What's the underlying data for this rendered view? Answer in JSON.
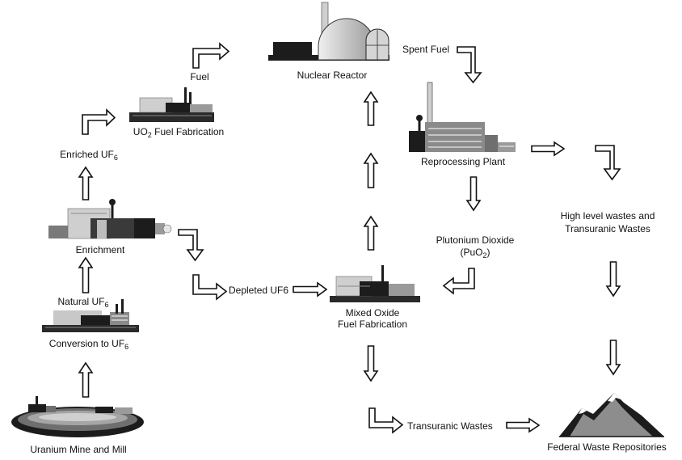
{
  "nodes": {
    "mine": {
      "label": "Uranium Mine and Mill"
    },
    "conversion": {
      "label": "Conversion to UF",
      "sub": "6"
    },
    "natural": {
      "label": "Natural UF",
      "sub": "6"
    },
    "enrichment": {
      "label": "Enrichment"
    },
    "enriched": {
      "label": "Enriched UF",
      "sub": "6"
    },
    "uo2": {
      "label_a": "UO",
      "sub": "2",
      "label_b": " Fuel Fabrication"
    },
    "fuel": {
      "label": "Fuel"
    },
    "reactor": {
      "label": "Nuclear Reactor"
    },
    "spent": {
      "label": "Spent Fuel"
    },
    "reprocess": {
      "label": "Reprocessing Plant"
    },
    "plutonium": {
      "line1": "Plutonium Dioxide",
      "line2_a": "(PuO",
      "sub": "2",
      "line2_b": ")"
    },
    "depleted": {
      "label": "Depleted UF6"
    },
    "mox": {
      "line1": "Mixed Oxide",
      "line2": "Fuel Fabrication"
    },
    "highlevel": {
      "line1": "High level wastes and",
      "line2": "Transuranic Wastes"
    },
    "transuranic": {
      "label": "Transuranic Wastes"
    },
    "repository": {
      "label": "Federal Waste Repositories"
    }
  },
  "colors": {
    "ink": "#111111",
    "dark": "#1c1c1c",
    "mid": "#6f6f6f",
    "light": "#bdbdbd",
    "pale": "#dedede"
  }
}
